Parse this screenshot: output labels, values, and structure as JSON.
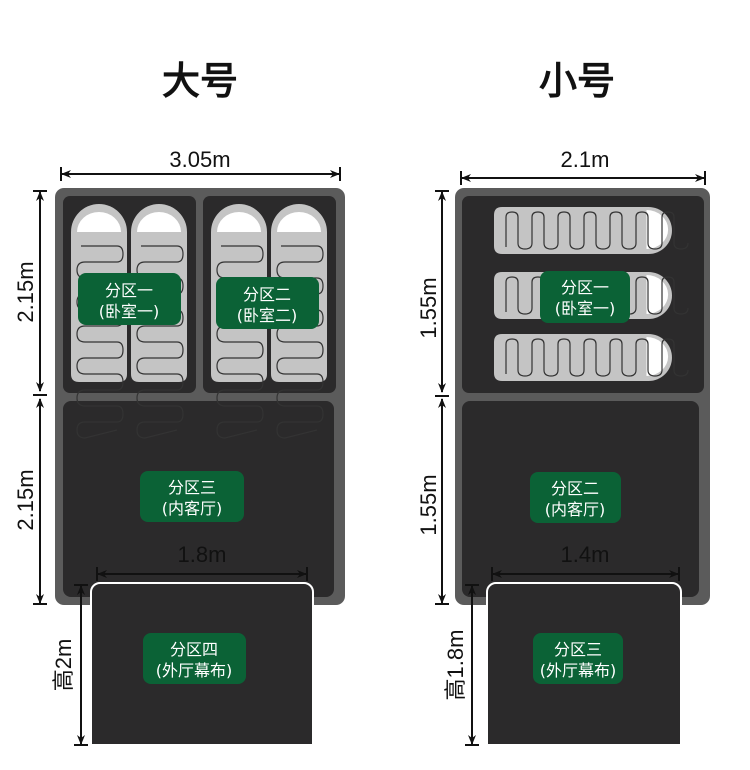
{
  "colors": {
    "tent": "#5b5b5b",
    "room": "#2b2a2b",
    "label": "#0b6236",
    "bag": "#c4c4c4",
    "bag_head": "#ffffff"
  },
  "large": {
    "title": "大号",
    "width": "3.05m",
    "height_bedroom": "2.15m",
    "height_living": "2.15m",
    "vestibule_width": "1.8m",
    "vestibule_height": "高2m",
    "zones": [
      {
        "line1": "分区一",
        "line2": "(卧室一)"
      },
      {
        "line1": "分区二",
        "line2": "(卧室二)"
      },
      {
        "line1": "分区三",
        "line2": "(内客厅)"
      },
      {
        "line1": "分区四",
        "line2": "(外厅幕布)"
      }
    ]
  },
  "small": {
    "title": "小号",
    "width": "2.1m",
    "height_bedroom": "1.55m",
    "height_living": "1.55m",
    "vestibule_width": "1.4m",
    "vestibule_height": "高1.8m",
    "zones": [
      {
        "line1": "分区一",
        "line2": "(卧室一)"
      },
      {
        "line1": "分区二",
        "line2": "(内客厅)"
      },
      {
        "line1": "分区三",
        "line2": "(外厅幕布)"
      }
    ]
  }
}
